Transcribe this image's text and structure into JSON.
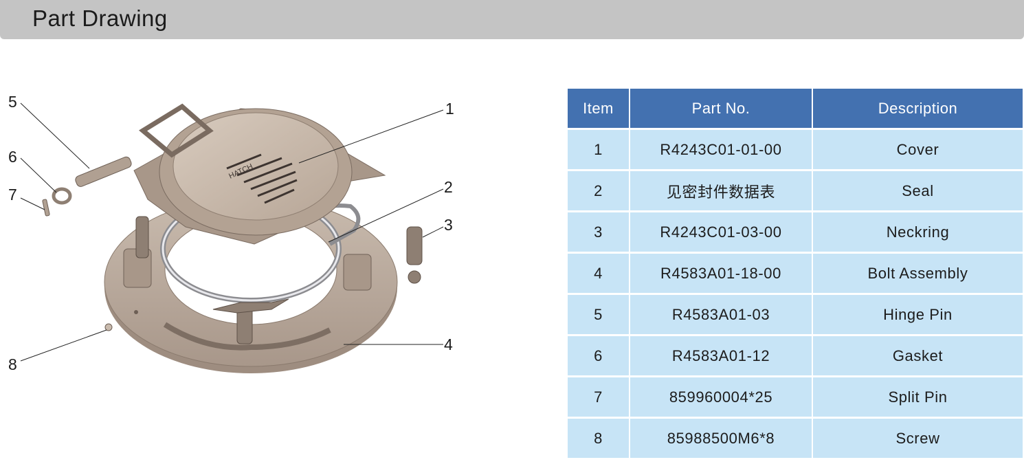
{
  "header": {
    "title": "Part Drawing"
  },
  "drawing": {
    "callouts": [
      "1",
      "2",
      "3",
      "4",
      "5",
      "6",
      "7",
      "8"
    ],
    "cover_marking": "HATCH"
  },
  "table": {
    "headers": {
      "item": "Item",
      "part_no": "Part No.",
      "description": "Description"
    },
    "rows": [
      {
        "item": "1",
        "part_no": "R4243C01-01-00",
        "description": "Cover"
      },
      {
        "item": "2",
        "part_no": "见密封件数据表",
        "description": "Seal"
      },
      {
        "item": "3",
        "part_no": "R4243C01-03-00",
        "description": "Neckring"
      },
      {
        "item": "4",
        "part_no": "R4583A01-18-00",
        "description": "Bolt Assembly"
      },
      {
        "item": "5",
        "part_no": "R4583A01-03",
        "description": "Hinge Pin"
      },
      {
        "item": "6",
        "part_no": "R4583A01-12",
        "description": "Gasket"
      },
      {
        "item": "7",
        "part_no": "859960004*25",
        "description": "Split Pin"
      },
      {
        "item": "8",
        "part_no": "85988500M6*8",
        "description": "Screw"
      }
    ]
  },
  "colors": {
    "header_bar": "#c4c4c4",
    "table_header": "#4371b0",
    "table_cell": "#c7e4f6",
    "metal": "#b9a99b"
  }
}
